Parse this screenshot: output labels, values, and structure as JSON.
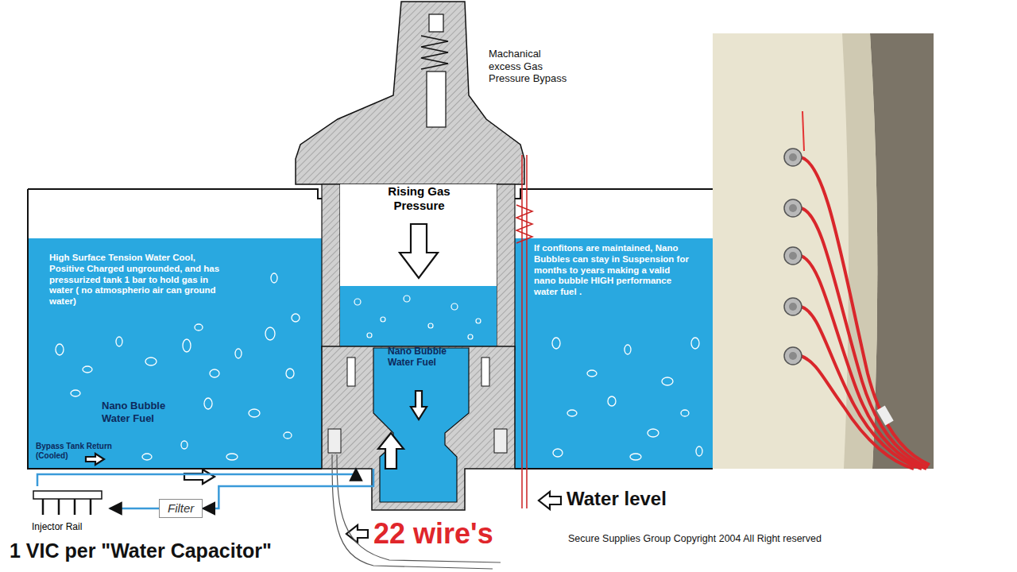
{
  "diagram": {
    "nodes": [
      {
        "text": [
          "High Surface Tension Water Cool, Positive Charged ungrounded, and has  pressurized tank 1 bar to hold gas in water ( no atmospherio air can ground water)",
          "Nano Bubble Water Fuel"
        ]
      },
      {
        "text": [
          "Rising Gas Pressure",
          "Nano Bubble Water Fuel"
        ]
      },
      {
        "text": [
          "If confitons are maintained, Nano Bubbles can stay in Suspension for months to years making a valid nano bubble HIGH performance water fuel ."
        ]
      },
      {
        "text": [
          "Filter"
        ]
      },
      {
        "text": [
          "Injector Rail"
        ]
      }
    ],
    "edges": [
      {
        "from": 1,
        "to": 3,
        "arrow": "to"
      },
      {
        "from": 3,
        "to": 4,
        "arrow": "to"
      },
      {
        "from": 4,
        "to": 1,
        "arrow": "to"
      }
    ],
    "labels": [
      "Machanical excess Gas Pressure Bypass",
      "Bypass Tank Return (Cooled)",
      "1 VIC per \"Water Capacitor\"",
      "22 wire's",
      "Water level",
      "Secure Supplies Group  Copyright 2004 All Right reserved"
    ]
  }
}
